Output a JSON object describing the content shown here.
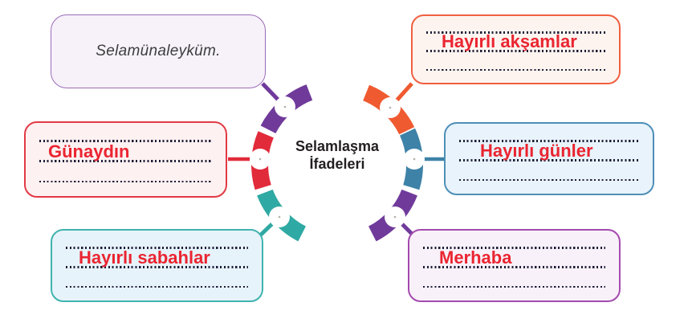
{
  "title": {
    "line1": "Selamlaşma",
    "line2": "İfadeleri"
  },
  "boxes": {
    "selamunaleykum": {
      "label": "Selamünaleyküm."
    },
    "gunaydin": {
      "label": "Günaydın"
    },
    "hayirli_sabahlar": {
      "label": "Hayırlı sabahlar"
    },
    "hayirli_aksamlar": {
      "label": "Hayırlı akşamlar"
    },
    "hayirli_gunler": {
      "label": "Hayırlı günler"
    },
    "merhaba": {
      "label": "Merhaba"
    }
  },
  "colors": {
    "ring_purple": "#703a9b",
    "ring_red": "#e12b3b",
    "ring_teal": "#2fa9a3",
    "ring_blue": "#3e82a8",
    "ring_orange": "#f05a30",
    "label_red": "#ea2531",
    "dotted_line": "#1e1e38",
    "title_text": "#231f20"
  }
}
